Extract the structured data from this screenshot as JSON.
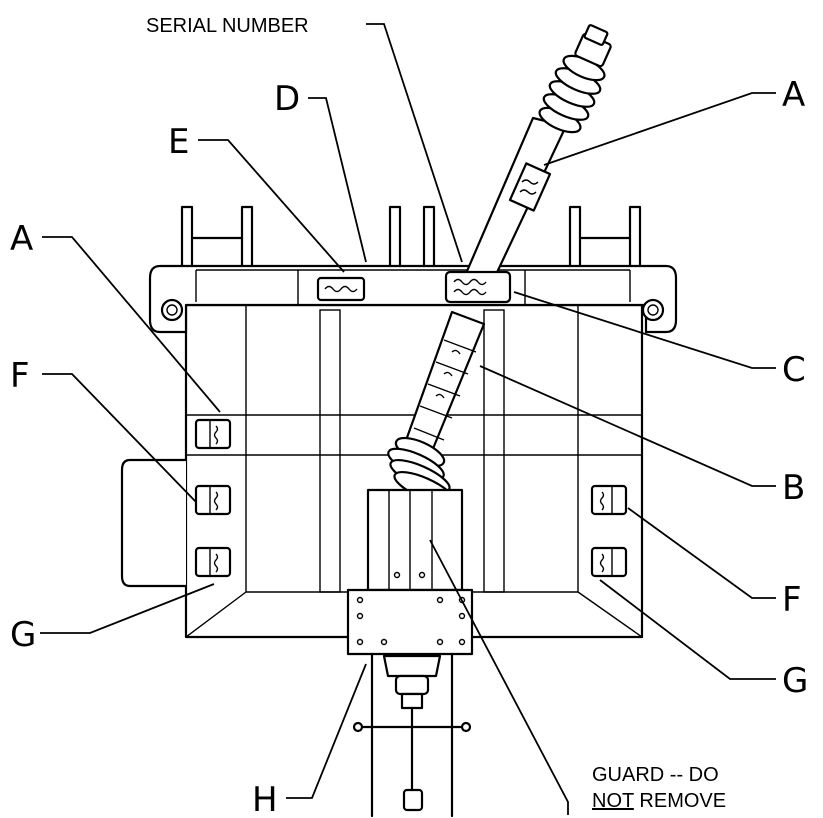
{
  "callouts": {
    "serial": "SERIAL NUMBER",
    "d": "D",
    "e": "E",
    "a_right": "A",
    "a_left": "A",
    "c": "C",
    "f_left": "F",
    "b": "B",
    "f_right": "F",
    "g_left": "G",
    "g_right": "G",
    "h": "H"
  },
  "guard_note": {
    "line1": "GUARD -- DO",
    "line2_underlined": "NOT",
    "line2_rest": " REMOVE"
  }
}
